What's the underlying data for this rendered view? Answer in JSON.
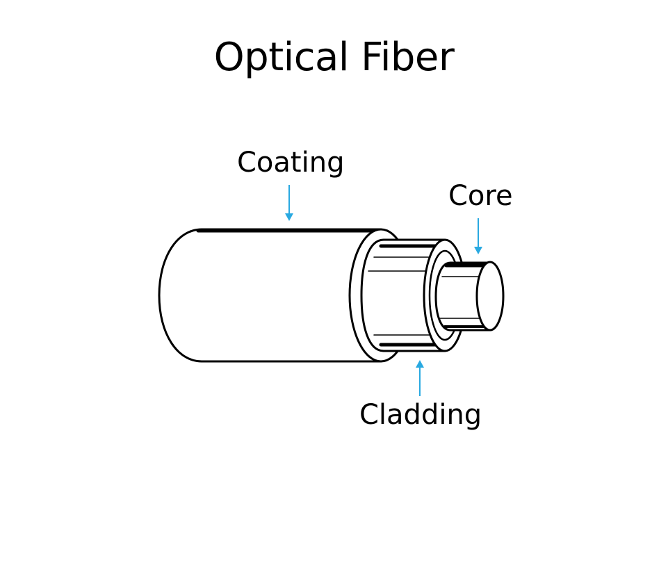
{
  "title": "Optical Fiber",
  "labels": {
    "coating": "Coating",
    "core": "Core",
    "cladding": "Cladding"
  },
  "colors": {
    "arrow": "#29a9e1",
    "outline": "#000000",
    "fill": "#ffffff"
  }
}
